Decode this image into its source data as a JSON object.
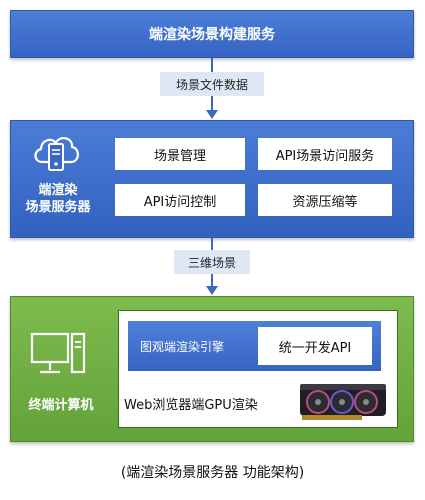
{
  "top_banner": {
    "title": "端渲染场景构建服务"
  },
  "arrows": [
    {
      "label": "场景文件数据"
    },
    {
      "label": "三维场景"
    }
  ],
  "server": {
    "title_line1": "端渲染",
    "title_line2": "场景服务器",
    "icon": "cloud-server-icon",
    "functions": [
      "场景管理",
      "API场景访问服务",
      "API访问控制",
      "资源压缩等"
    ]
  },
  "terminal": {
    "title": "终端计算机",
    "icon": "desktop-computer-icon",
    "engine_label": "图观端渲染引擎",
    "api_label": "统一开发API",
    "gpu_label": "Web浏览器端GPU渲染",
    "gpu_icon": "graphics-card-icon"
  },
  "caption": "(端渲染场景服务器 功能架构)",
  "colors": {
    "blue": "#3a68c6",
    "green": "#6aa843",
    "label_bg": "#dfe7f5"
  }
}
